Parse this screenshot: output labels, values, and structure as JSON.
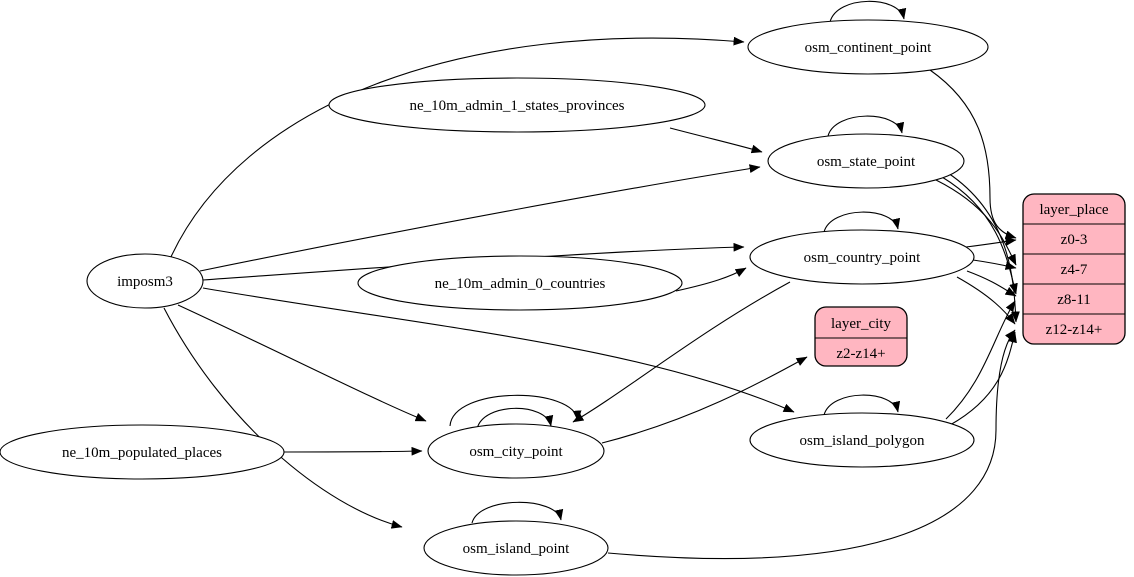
{
  "diagram_type": "graphviz-etl-dependency-graph",
  "colors": {
    "background": "#ffffff",
    "node_fill": "#ffffff",
    "record_fill": "#ffb6c1",
    "stroke": "#000000",
    "text": "#000000"
  },
  "nodes": {
    "imposm3": {
      "label": "imposm3",
      "type": "ellipse"
    },
    "ne_10m_admin_1_states_provinces": {
      "label": "ne_10m_admin_1_states_provinces",
      "type": "ellipse"
    },
    "ne_10m_admin_0_countries": {
      "label": "ne_10m_admin_0_countries",
      "type": "ellipse"
    },
    "ne_10m_populated_places": {
      "label": "ne_10m_populated_places",
      "type": "ellipse"
    },
    "osm_continent_point": {
      "label": "osm_continent_point",
      "type": "ellipse"
    },
    "osm_state_point": {
      "label": "osm_state_point",
      "type": "ellipse"
    },
    "osm_country_point": {
      "label": "osm_country_point",
      "type": "ellipse"
    },
    "osm_city_point": {
      "label": "osm_city_point",
      "type": "ellipse"
    },
    "osm_island_polygon": {
      "label": "osm_island_polygon",
      "type": "ellipse"
    },
    "osm_island_point": {
      "label": "osm_island_point",
      "type": "ellipse"
    },
    "layer_city": {
      "type": "record",
      "title": "layer_city",
      "rows": {
        "r0": "z2-z14+"
      }
    },
    "layer_place": {
      "type": "record",
      "title": "layer_place",
      "rows": {
        "r0": "z0-3",
        "r1": "z4-7",
        "r2": "z8-11",
        "r3": "z12-z14+"
      }
    }
  },
  "edges": [
    {
      "from": "imposm3",
      "to": "osm_continent_point"
    },
    {
      "from": "imposm3",
      "to": "osm_state_point"
    },
    {
      "from": "imposm3",
      "to": "osm_country_point"
    },
    {
      "from": "imposm3",
      "to": "osm_city_point"
    },
    {
      "from": "imposm3",
      "to": "osm_island_polygon"
    },
    {
      "from": "imposm3",
      "to": "osm_island_point"
    },
    {
      "from": "ne_10m_admin_1_states_provinces",
      "to": "osm_state_point"
    },
    {
      "from": "ne_10m_admin_0_countries",
      "to": "osm_country_point"
    },
    {
      "from": "ne_10m_populated_places",
      "to": "osm_city_point"
    },
    {
      "from": "osm_continent_point",
      "to": "osm_continent_point",
      "self_loop": true
    },
    {
      "from": "osm_state_point",
      "to": "osm_state_point",
      "self_loop": true
    },
    {
      "from": "osm_country_point",
      "to": "osm_country_point",
      "self_loop": true
    },
    {
      "from": "osm_city_point",
      "to": "osm_city_point",
      "self_loop": true
    },
    {
      "from": "osm_city_point",
      "to": "osm_city_point",
      "self_loop": true
    },
    {
      "from": "osm_island_point",
      "to": "osm_island_point",
      "self_loop": true
    },
    {
      "from": "osm_island_polygon",
      "to": "osm_island_polygon",
      "self_loop": true
    },
    {
      "from": "osm_country_point",
      "to": "osm_city_point"
    },
    {
      "from": "osm_city_point",
      "to": "layer_city",
      "port": "z2-z14+"
    },
    {
      "from": "osm_continent_point",
      "to": "layer_place",
      "port": "z0-3"
    },
    {
      "from": "osm_country_point",
      "to": "layer_place",
      "port": "z0-3"
    },
    {
      "from": "osm_state_point",
      "to": "layer_place",
      "port": "z4-7"
    },
    {
      "from": "osm_country_point",
      "to": "layer_place",
      "port": "z4-7"
    },
    {
      "from": "osm_state_point",
      "to": "layer_place",
      "port": "z8-11"
    },
    {
      "from": "osm_country_point",
      "to": "layer_place",
      "port": "z8-11"
    },
    {
      "from": "osm_island_polygon",
      "to": "layer_place",
      "port": "z8-11"
    },
    {
      "from": "osm_state_point",
      "to": "layer_place",
      "port": "z12-z14+"
    },
    {
      "from": "osm_country_point",
      "to": "layer_place",
      "port": "z12-z14+"
    },
    {
      "from": "osm_island_polygon",
      "to": "layer_place",
      "port": "z12-z14+"
    },
    {
      "from": "osm_island_point",
      "to": "layer_place",
      "port": "z12-z14+"
    }
  ]
}
